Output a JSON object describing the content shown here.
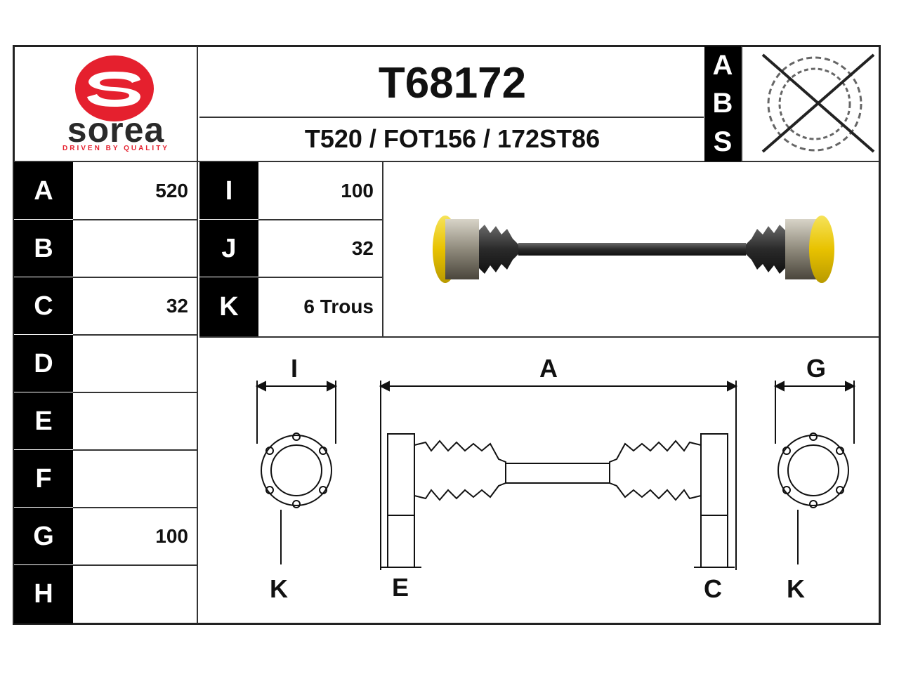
{
  "brand": {
    "name": "sorea",
    "tagline": "DRIVEN BY QUALITY",
    "color": "#e5202e"
  },
  "header": {
    "part_number": "T68172",
    "references": "T520 / FOT156 / 172ST86"
  },
  "abs": {
    "letters": [
      "A",
      "B",
      "S"
    ],
    "status_icon": "abs-ring-crossed-icon"
  },
  "specs_left": [
    {
      "letter": "A",
      "value": "520"
    },
    {
      "letter": "B",
      "value": ""
    },
    {
      "letter": "C",
      "value": "32"
    },
    {
      "letter": "D",
      "value": ""
    },
    {
      "letter": "E",
      "value": ""
    },
    {
      "letter": "F",
      "value": ""
    },
    {
      "letter": "G",
      "value": "100"
    },
    {
      "letter": "H",
      "value": ""
    }
  ],
  "specs_right": [
    {
      "letter": "I",
      "value": "100"
    },
    {
      "letter": "J",
      "value": "32"
    },
    {
      "letter": "K",
      "value": "6 Trous"
    }
  ],
  "diagram": {
    "labels": {
      "i": "I",
      "a": "A",
      "g": "G",
      "k_left": "K",
      "e": "E",
      "c": "C",
      "k_right": "K"
    }
  }
}
